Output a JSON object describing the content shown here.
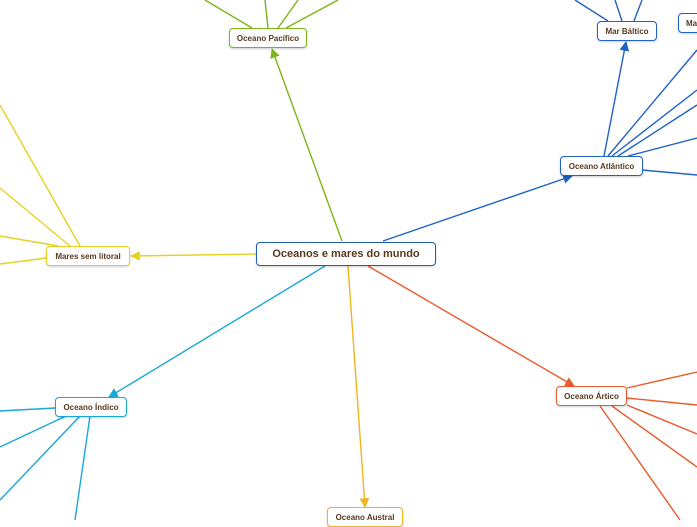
{
  "central": {
    "label": "Oceanos e mares do mundo",
    "color": "#1e5fb4"
  },
  "topics": {
    "pacifico": {
      "label": "Oceano Pacífico",
      "color": "#7cb518"
    },
    "atlantico": {
      "label": "Oceano Atlântico",
      "color": "#1f63c5"
    },
    "baltico": {
      "label": "Mar Báltico",
      "color": "#1f63c5"
    },
    "partial_top_right": {
      "label": "Ma",
      "color": "#1f63c5"
    },
    "sem_litoral": {
      "label": "Mares sem litoral",
      "color": "#e6d11e"
    },
    "indico": {
      "label": "Oceano Índico",
      "color": "#1aa7d6"
    },
    "artico": {
      "label": "Oceano Ártico",
      "color": "#ea5a2c"
    },
    "austral": {
      "label": "Oceano Austral",
      "color": "#f0b41e"
    }
  }
}
